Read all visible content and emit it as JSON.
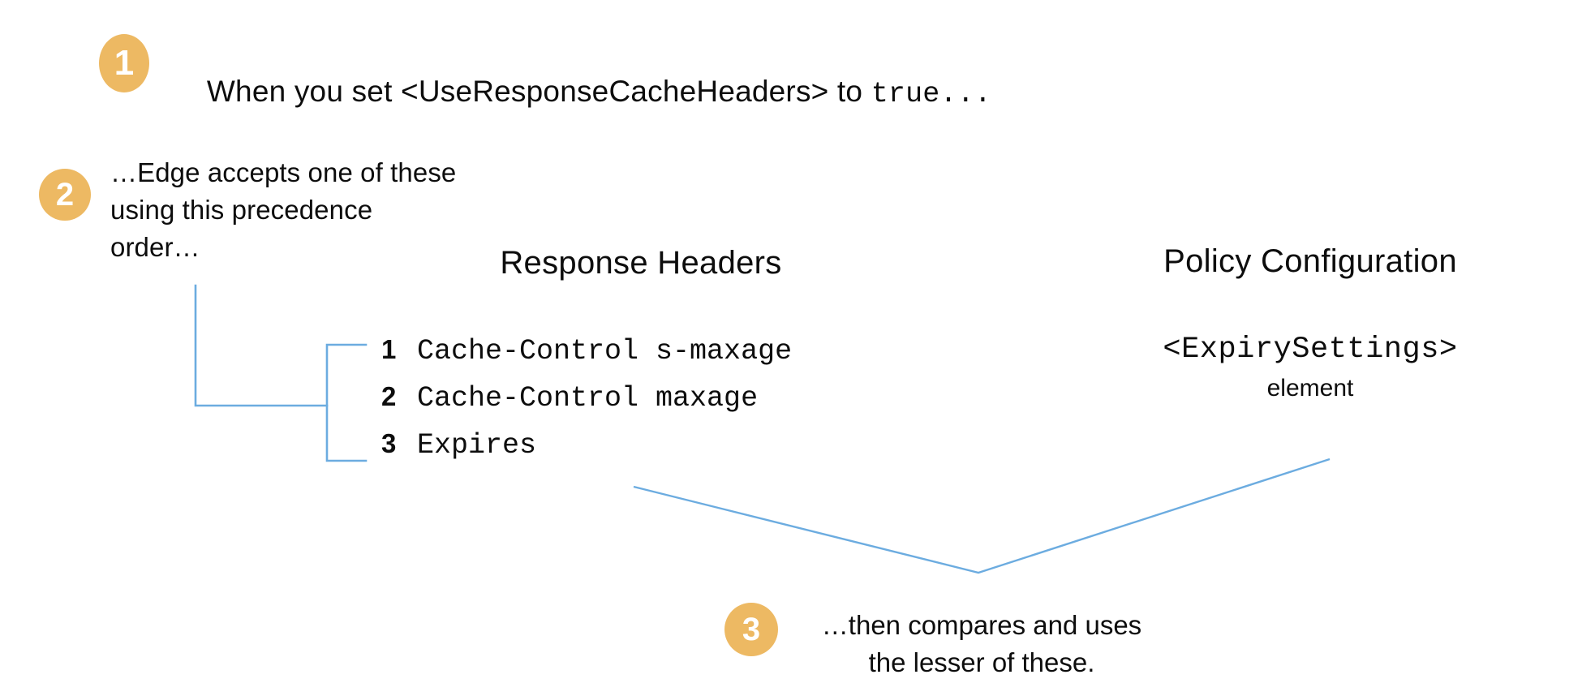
{
  "background_color": "#ffffff",
  "accent_color": "#edb963",
  "connector_color": "#6cace0",
  "text_color": "#0d0d0d",
  "steps": [
    {
      "number": "1",
      "text_prefix": "When you set <UseResponseCacheHeaders> to ",
      "text_code": "true..."
    },
    {
      "number": "2",
      "text": "…Edge accepts one of these\nusing this precedence\norder…"
    },
    {
      "number": "3",
      "text": "…then compares and uses\nthe lesser of these."
    }
  ],
  "columns": {
    "response_headers": {
      "heading": "Response Headers",
      "items": [
        {
          "rank": "1",
          "name": "Cache-Control s-maxage"
        },
        {
          "rank": "2",
          "name": "Cache-Control maxage"
        },
        {
          "rank": "3",
          "name": "Expires"
        }
      ]
    },
    "policy_configuration": {
      "heading": "Policy Configuration",
      "element_tag": "<ExpirySettings>",
      "element_label": "element"
    }
  },
  "chart_data": {
    "type": "diagram",
    "title": "Edge cache expiry precedence",
    "nodes": [
      {
        "id": "step1",
        "label": "When you set <UseResponseCacheHeaders> to true..."
      },
      {
        "id": "step2",
        "label": "…Edge accepts one of these using this precedence order…"
      },
      {
        "id": "response-headers",
        "label": "Response Headers"
      },
      {
        "id": "header-1",
        "label": "1 Cache-Control s-maxage"
      },
      {
        "id": "header-2",
        "label": "2 Cache-Control maxage"
      },
      {
        "id": "header-3",
        "label": "3 Expires"
      },
      {
        "id": "policy-configuration",
        "label": "Policy Configuration"
      },
      {
        "id": "expiry-settings",
        "label": "<ExpirySettings> element"
      },
      {
        "id": "step3",
        "label": "…then compares and uses the lesser of these."
      }
    ],
    "edges": [
      {
        "from": "step2",
        "to": "response-headers-list"
      },
      {
        "from": "response-headers-list",
        "to": "step3"
      },
      {
        "from": "expiry-settings",
        "to": "step3"
      }
    ]
  }
}
